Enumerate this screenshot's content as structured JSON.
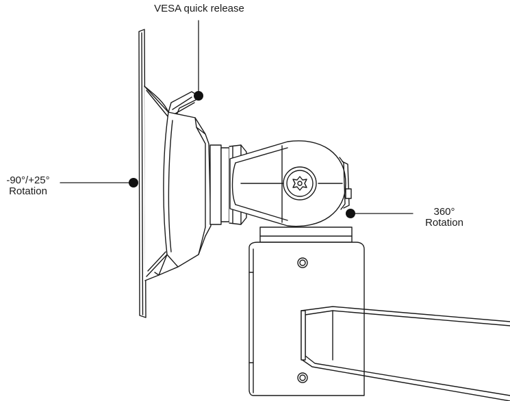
{
  "callouts": {
    "vesa": {
      "line1": "VESA quick release"
    },
    "tilt": {
      "line1": "-90°/+25°",
      "line2": "Rotation"
    },
    "rotate": {
      "line1": "360°",
      "line2": "Rotation"
    }
  },
  "colors": {
    "stroke": "#1a1a1a",
    "dot": "#111111",
    "background": "#ffffff"
  }
}
